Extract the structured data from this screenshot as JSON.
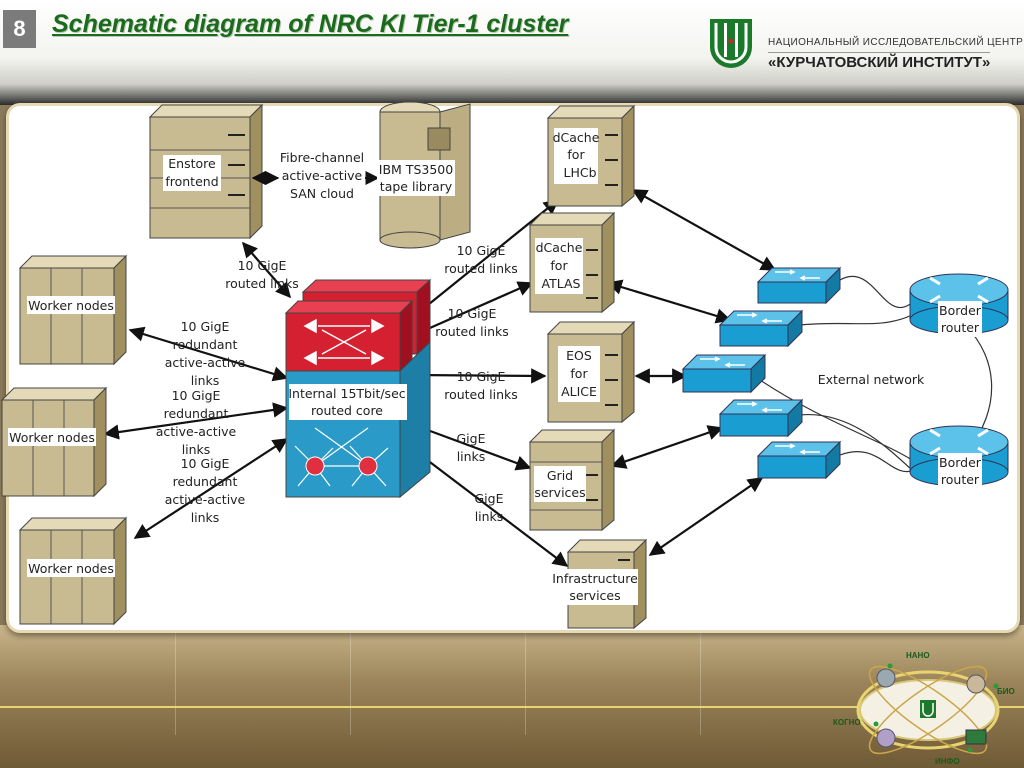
{
  "slide": {
    "number": "8",
    "title": "Schematic diagram of NRC KI Tier-1 cluster",
    "org_line1": "НАЦИОНАЛЬНЫЙ  ИССЛЕДОВАТЕЛЬСКИЙ  ЦЕНТР",
    "org_line2": "«КУРЧАТОВСКИЙ ИНСТИТУТ»"
  },
  "diagram": {
    "enstore": [
      "Enstore",
      "frontend"
    ],
    "fibre": [
      "Fibre-channel",
      "active-active",
      "SAN cloud"
    ],
    "tape": [
      "IBM TS3500",
      "tape library"
    ],
    "dcache_lhcb": [
      "dCache",
      "for",
      "LHCb"
    ],
    "dcache_atlas": [
      "dCache",
      "for",
      "ATLAS"
    ],
    "eos_alice": [
      "EOS",
      "for",
      "ALICE"
    ],
    "grid": [
      "Grid",
      "services"
    ],
    "infra": [
      "Infrastructure",
      "services"
    ],
    "worker1": "Worker nodes",
    "worker2": "Worker nodes",
    "worker3": "Worker nodes",
    "core": [
      "Internal 15Tbit/sec",
      "routed core"
    ],
    "link_enstore": [
      "10 GigE",
      "routed links"
    ],
    "link_lhcb": [
      "10 GigE",
      "routed links"
    ],
    "link_atlas": [
      "10 GigE",
      "routed links"
    ],
    "link_alice": [
      "10 GigE",
      "routed links"
    ],
    "link_grid": [
      "GigE",
      "links"
    ],
    "link_infra": [
      "GigE",
      "links"
    ],
    "link_w1": [
      "10 GigE",
      "redundant",
      "active-active",
      "links"
    ],
    "link_w2": [
      "10 GigE",
      "redundant",
      "active-active",
      "links"
    ],
    "link_w3": [
      "10 GigE",
      "redundant",
      "active-active",
      "links"
    ],
    "external": "External network",
    "border1": [
      "Border",
      "router"
    ],
    "border2": [
      "Border",
      "router"
    ]
  },
  "emblem": {
    "top": "НАНО",
    "right": "БИО",
    "left": "КОГНО",
    "bottom": "ИНФО"
  },
  "colors": {
    "title": "#1c6b1c",
    "switch": "#1a9ed1",
    "server": "#c8bb92",
    "core_top": "#d42030",
    "core_body": "#2a9bc8"
  }
}
